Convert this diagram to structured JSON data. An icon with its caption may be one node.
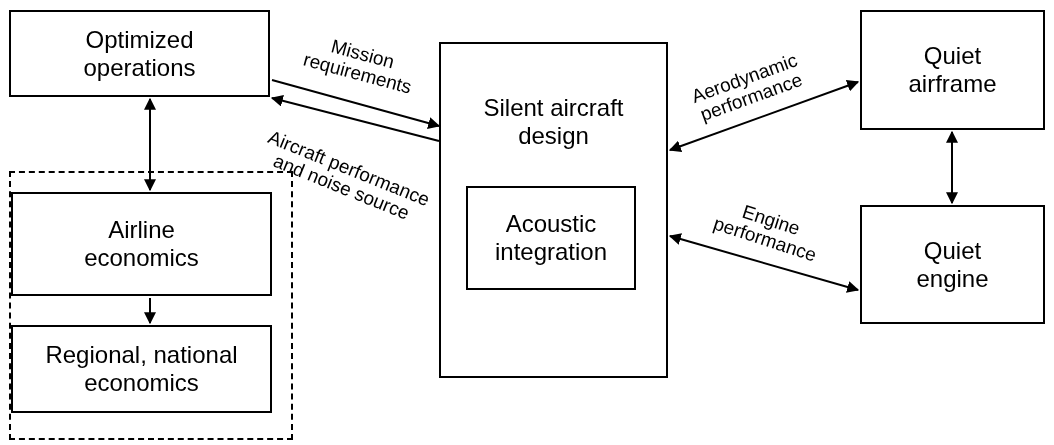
{
  "diagram": {
    "nodes": [
      {
        "text": [
          "Optimized operations"
        ]
      },
      {
        "text": [],
        "shape": "box"
      },
      {
        "text": [
          "Airline economics"
        ],
        "in": 1
      },
      {
        "text": [
          "Regional, national economics"
        ],
        "in": 1
      },
      {
        "text": [
          "Silent aircraft design"
        ]
      },
      {
        "text": [
          "Acoustic integration"
        ],
        "in": 4
      },
      {
        "text": [
          "Quiet airframe"
        ]
      },
      {
        "text": [
          "Quiet engine"
        ]
      }
    ],
    "edges": [
      {
        "from": 0,
        "to": 4,
        "arrow": "to",
        "label": "Mission requirements"
      },
      {
        "from": 4,
        "to": 0,
        "arrow": "to",
        "label": "Aircraft performance and noise source"
      },
      {
        "from": 0,
        "to": 2,
        "arrow": "both"
      },
      {
        "from": 2,
        "to": 3,
        "arrow": "to"
      },
      {
        "from": 4,
        "to": 6,
        "arrow": "both",
        "label": "Aerodynamic performance"
      },
      {
        "from": 4,
        "to": 7,
        "arrow": "both",
        "label": "Engine performance"
      },
      {
        "from": 6,
        "to": 7,
        "arrow": "both"
      }
    ]
  }
}
